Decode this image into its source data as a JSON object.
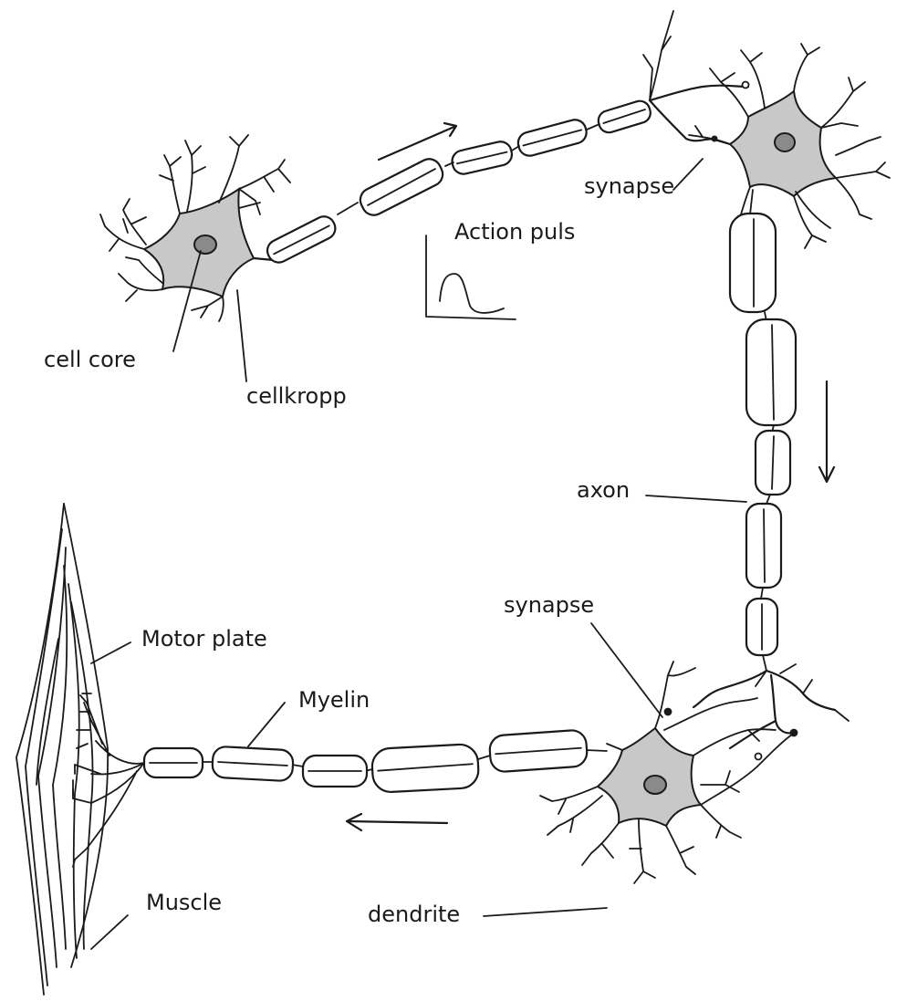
{
  "labels": {
    "cell_core": "cell core",
    "cellkropp": "cellkropp",
    "action_puls": "Action puls",
    "synapse_top": "synapse",
    "axon": "axon",
    "synapse_bottom": "synapse",
    "motor_plate": "Motor plate",
    "myelin": "Myelin",
    "muscle": "Muscle",
    "dendrite": "dendrite"
  },
  "colors": {
    "ink": "#1a1a1a",
    "cell_body": "#c8c8c8",
    "nucleus": "#8a8a8a",
    "background": "#ffffff"
  }
}
